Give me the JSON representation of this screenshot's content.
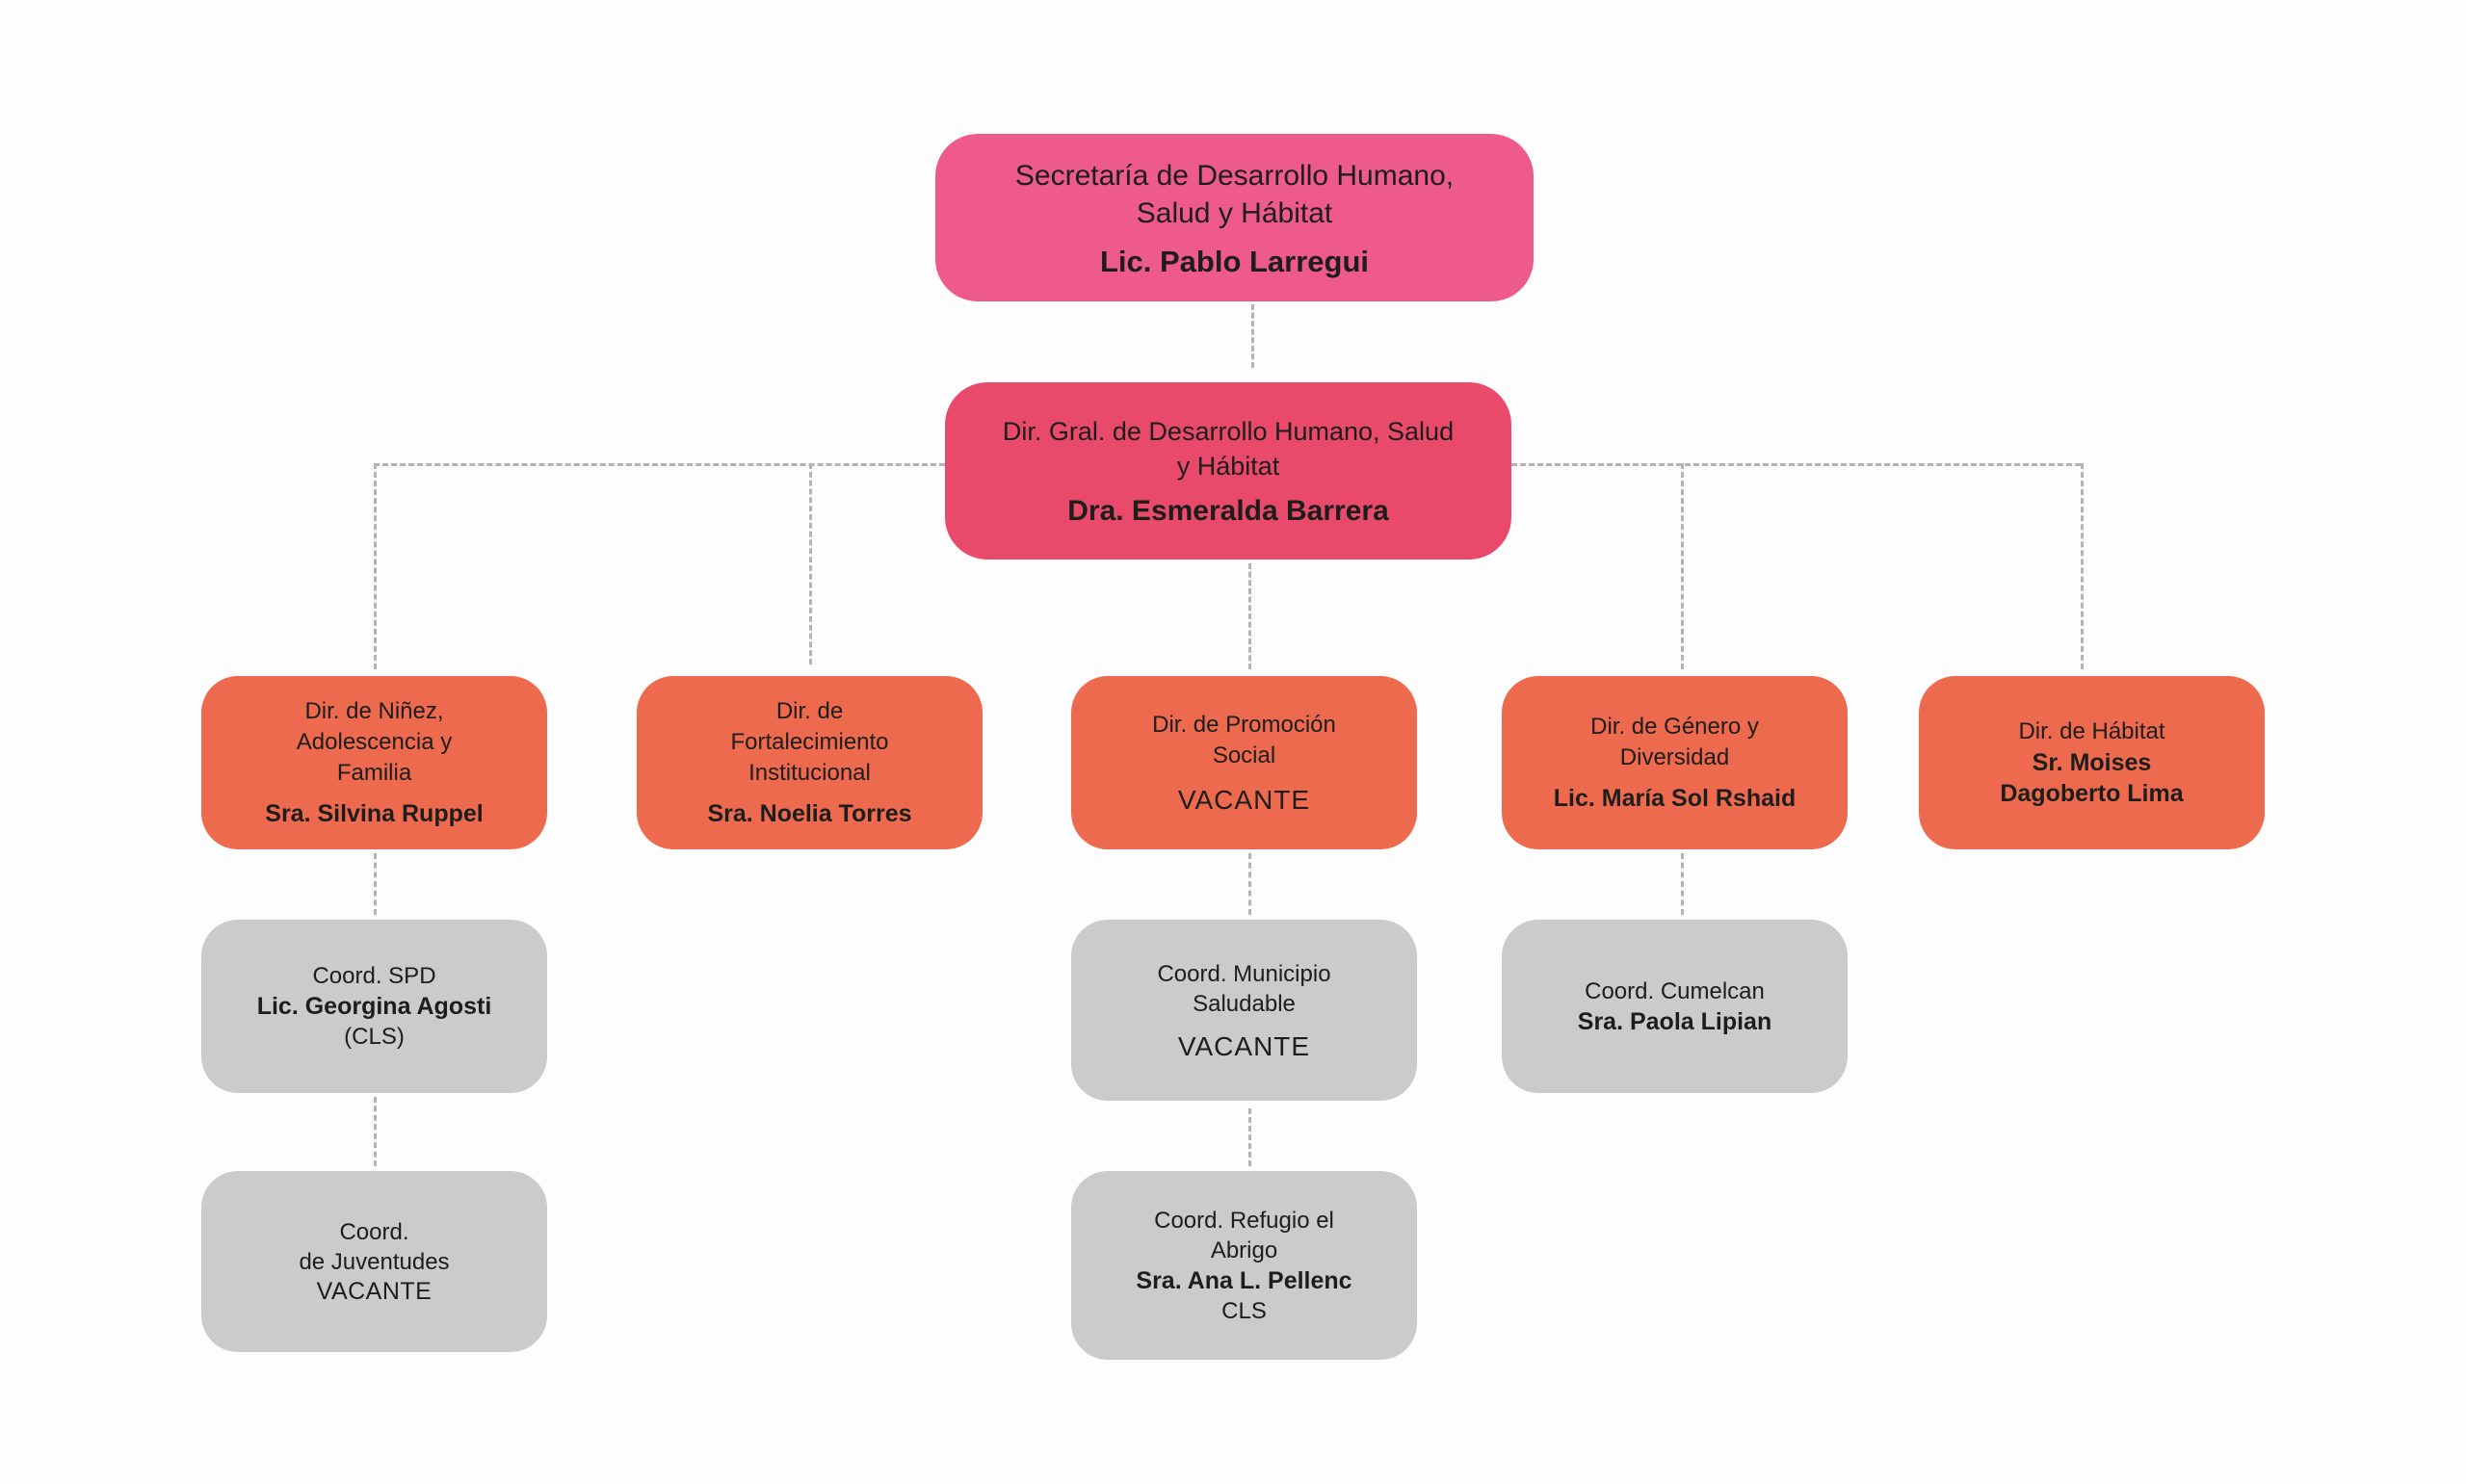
{
  "palette": {
    "level1": "#ee5a8c",
    "level2": "#e94a6c",
    "level3": "#ee6a4f",
    "coord": "#cbcbcb",
    "line": "#b3b3b3",
    "text": "#1d1d1b"
  },
  "nodes": {
    "secretaria": {
      "title": "Secretaría de Desarrollo Humano, Salud y Hábitat",
      "name": "Lic. Pablo Larregui"
    },
    "dir_general": {
      "title": "Dir. Gral. de Desarrollo Humano, Salud y Hábitat",
      "name": "Dra. Esmeralda Barrera"
    },
    "dir_ninez": {
      "title": "Dir. de Niñez, Adolescencia y Familia",
      "name": "Sra. Silvina Ruppel"
    },
    "dir_fortalecimiento": {
      "title": "Dir. de Fortalecimiento Institucional",
      "name": "Sra. Noelia Torres"
    },
    "dir_promocion": {
      "title": "Dir. de Promoción Social",
      "status": "VACANTE"
    },
    "dir_genero": {
      "title": "Dir. de Género y Diversidad",
      "name": "Lic. María Sol Rshaid"
    },
    "dir_habitat": {
      "title": "Dir. de Hábitat",
      "name": "Sr. Moises\nDagoberto Lima"
    },
    "coord_spd": {
      "title": "Coord. SPD",
      "name": "Lic. Georgina Agosti",
      "note": "(CLS)"
    },
    "coord_municipio": {
      "title": "Coord. Municipio Saludable",
      "status": "VACANTE"
    },
    "coord_cumelcan": {
      "title": "Coord. Cumelcan",
      "name": "Sra. Paola Lipian"
    },
    "coord_juventudes": {
      "title": "Coord.\nde Juventudes",
      "status": "VACANTE"
    },
    "coord_refugio": {
      "title": "Coord. Refugio el Abrigo",
      "name": "Sra. Ana L. Pellenc",
      "note": "CLS"
    }
  }
}
